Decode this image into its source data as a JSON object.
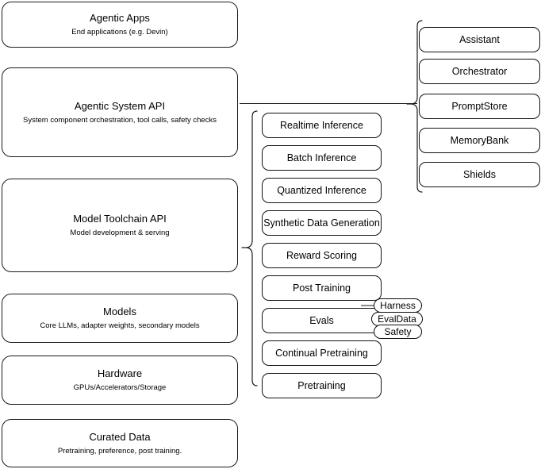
{
  "diagram": {
    "title": "Agentic AI stack layers",
    "stroke_color": "#1a1a1a",
    "background": "#ffffff"
  },
  "layers": [
    {
      "id": "agentic-apps",
      "title": "Agentic Apps",
      "subtitle": "End applications (e.g. Devin)"
    },
    {
      "id": "agentic-system-api",
      "title": "Agentic System API",
      "subtitle": "System component orchestration, tool calls, safety checks"
    },
    {
      "id": "model-toolchain-api",
      "title": "Model Toolchain API",
      "subtitle": "Model development & serving"
    },
    {
      "id": "models",
      "title": "Models",
      "subtitle": "Core LLMs, adapter weights, secondary models"
    },
    {
      "id": "hardware",
      "title": "Hardware",
      "subtitle": "GPUs/Accelerators/Storage"
    },
    {
      "id": "curated-data",
      "title": "Curated Data",
      "subtitle": "Pretraining, preference, post training."
    }
  ],
  "toolchain_components": [
    {
      "id": "realtime-inference",
      "label": "Realtime Inference"
    },
    {
      "id": "batch-inference",
      "label": "Batch Inference"
    },
    {
      "id": "quantized-inference",
      "label": "Quantized Inference"
    },
    {
      "id": "synthetic-data-generation",
      "label": "Synthetic Data Generation"
    },
    {
      "id": "reward-scoring",
      "label": "Reward Scoring"
    },
    {
      "id": "post-training",
      "label": "Post Training"
    },
    {
      "id": "evals",
      "label": "Evals"
    },
    {
      "id": "continual-pretraining",
      "label": "Continual Pretraining"
    },
    {
      "id": "pretraining",
      "label": "Pretraining"
    }
  ],
  "eval_badges": [
    {
      "id": "harness",
      "label": "Harness"
    },
    {
      "id": "evaldata",
      "label": "EvalData"
    },
    {
      "id": "safety",
      "label": "Safety"
    }
  ],
  "system_components": [
    {
      "id": "assistant",
      "label": "Assistant"
    },
    {
      "id": "orchestrator",
      "label": "Orchestrator"
    },
    {
      "id": "promptstore",
      "label": "PromptStore"
    },
    {
      "id": "memorybank",
      "label": "MemoryBank"
    },
    {
      "id": "shields",
      "label": "Shields"
    }
  ]
}
